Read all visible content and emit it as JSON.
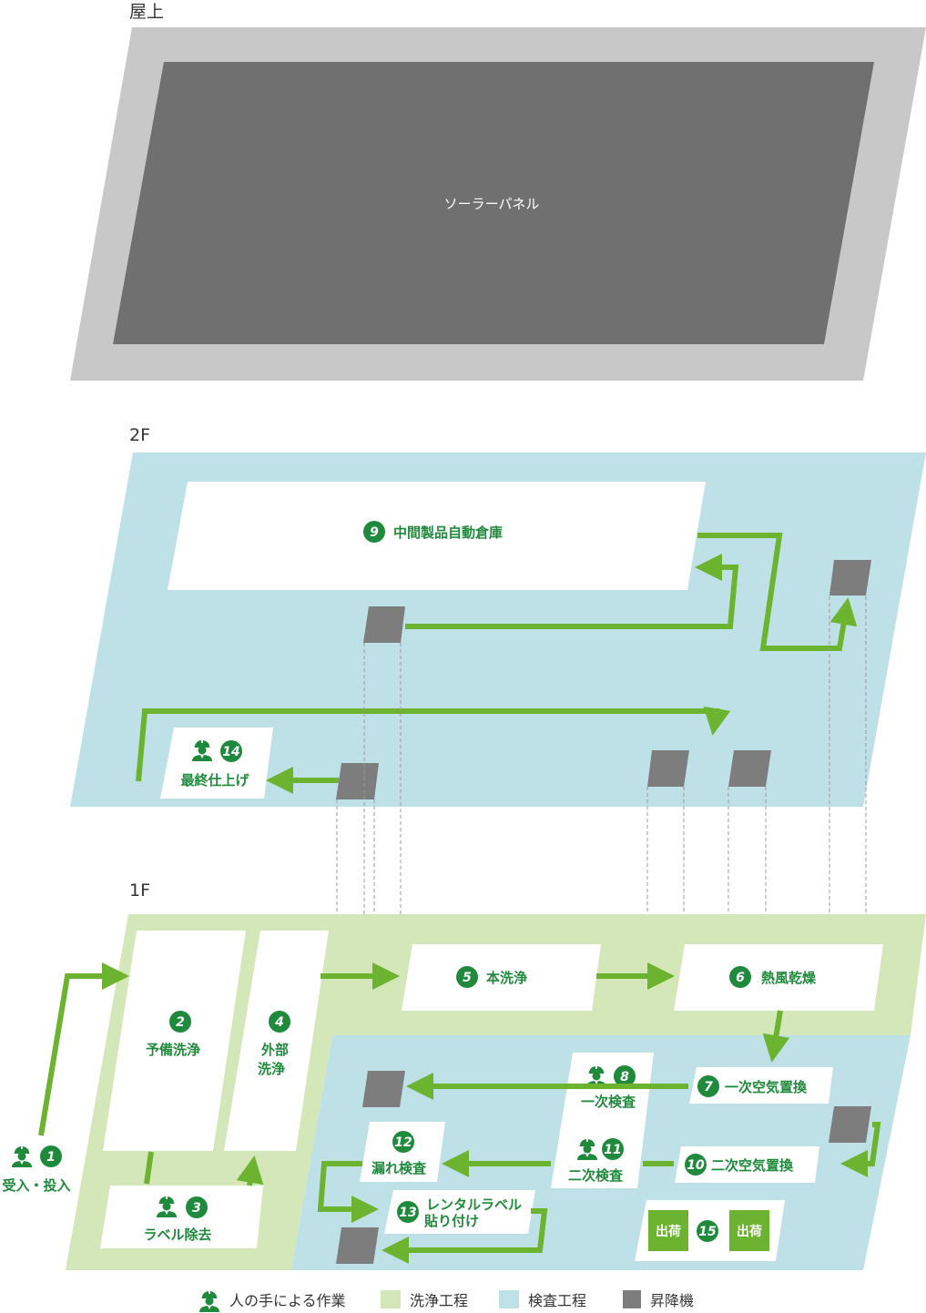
{
  "colors": {
    "green": "#6cb330",
    "dark_green": "#1f8a3c",
    "wash_area": "#d3e7b8",
    "inspect_area": "#bde1e6",
    "roof_outer": "#c8c8c8",
    "solar_panel": "#707070",
    "elevator": "#7d7d7d"
  },
  "floors": {
    "roof": "屋上",
    "second": "2F",
    "first": "1F"
  },
  "roof": {
    "panel_label": "ソーラーパネル"
  },
  "stations": [
    {
      "num": "1",
      "label": "受入・投入",
      "manual": true
    },
    {
      "num": "2",
      "label": "予備洗浄",
      "manual": false
    },
    {
      "num": "3",
      "label": "ラベル除去",
      "manual": true
    },
    {
      "num": "4",
      "label": "外部洗浄",
      "label_lines": [
        "外部",
        "洗浄"
      ],
      "manual": false
    },
    {
      "num": "5",
      "label": "本洗浄",
      "manual": false
    },
    {
      "num": "6",
      "label": "熱風乾燥",
      "manual": false
    },
    {
      "num": "7",
      "label": "一次空気置換",
      "manual": false
    },
    {
      "num": "8",
      "label": "一次検査",
      "manual": true
    },
    {
      "num": "9",
      "label": "中間製品自動倉庫",
      "manual": false
    },
    {
      "num": "10",
      "label": "二次空気置換",
      "manual": false
    },
    {
      "num": "11",
      "label": "二次検査",
      "manual": true
    },
    {
      "num": "12",
      "label": "漏れ検査",
      "manual": false
    },
    {
      "num": "13",
      "label": "レンタルラベル貼り付け",
      "label_lines": [
        "レンタルラベル",
        "貼り付け"
      ],
      "manual": false
    },
    {
      "num": "14",
      "label": "最終仕上げ",
      "manual": true
    },
    {
      "num": "15",
      "label": "出荷",
      "manual": false
    }
  ],
  "shipping": {
    "left": "出荷",
    "right": "出荷"
  },
  "legend": {
    "manual": "人の手による作業",
    "wash": "洗浄工程",
    "inspect": "検査工程",
    "elevator": "昇降機"
  },
  "icons": {
    "worker": "worker-icon",
    "arrow": "arrowhead-icon"
  }
}
